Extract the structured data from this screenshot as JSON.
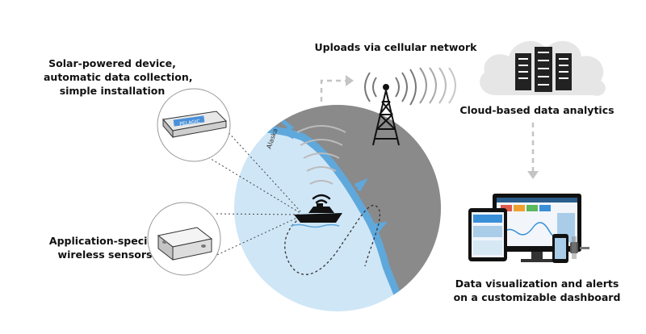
{
  "labels": {
    "solar_device": [
      "Solar-powered device,",
      "automatic data collection,",
      "simple installation"
    ],
    "uploads": "Uploads via cellular network",
    "cloud": "Cloud-based data analytics",
    "sensors": [
      "Application-specific",
      "wireless sensors"
    ],
    "dashboard": [
      "Data visualization and alerts",
      "on a customizable dashboard"
    ]
  },
  "device_brand": "PELAGIC",
  "map_text": "Alaska",
  "colors": {
    "globe_water": "#cfe6f6",
    "land": "#8a8a8a",
    "coast_blue": "#5fa8dc",
    "cloud": "#e6e6e6",
    "server": "#222222",
    "arrow": "#c4c4c4",
    "wave": "#555555"
  },
  "icons": [
    "solar-device-icon",
    "sensor-box-icon",
    "boat-icon",
    "wifi-icon",
    "cell-tower-icon",
    "cloud-server-icon",
    "devices-dashboard-icon"
  ]
}
